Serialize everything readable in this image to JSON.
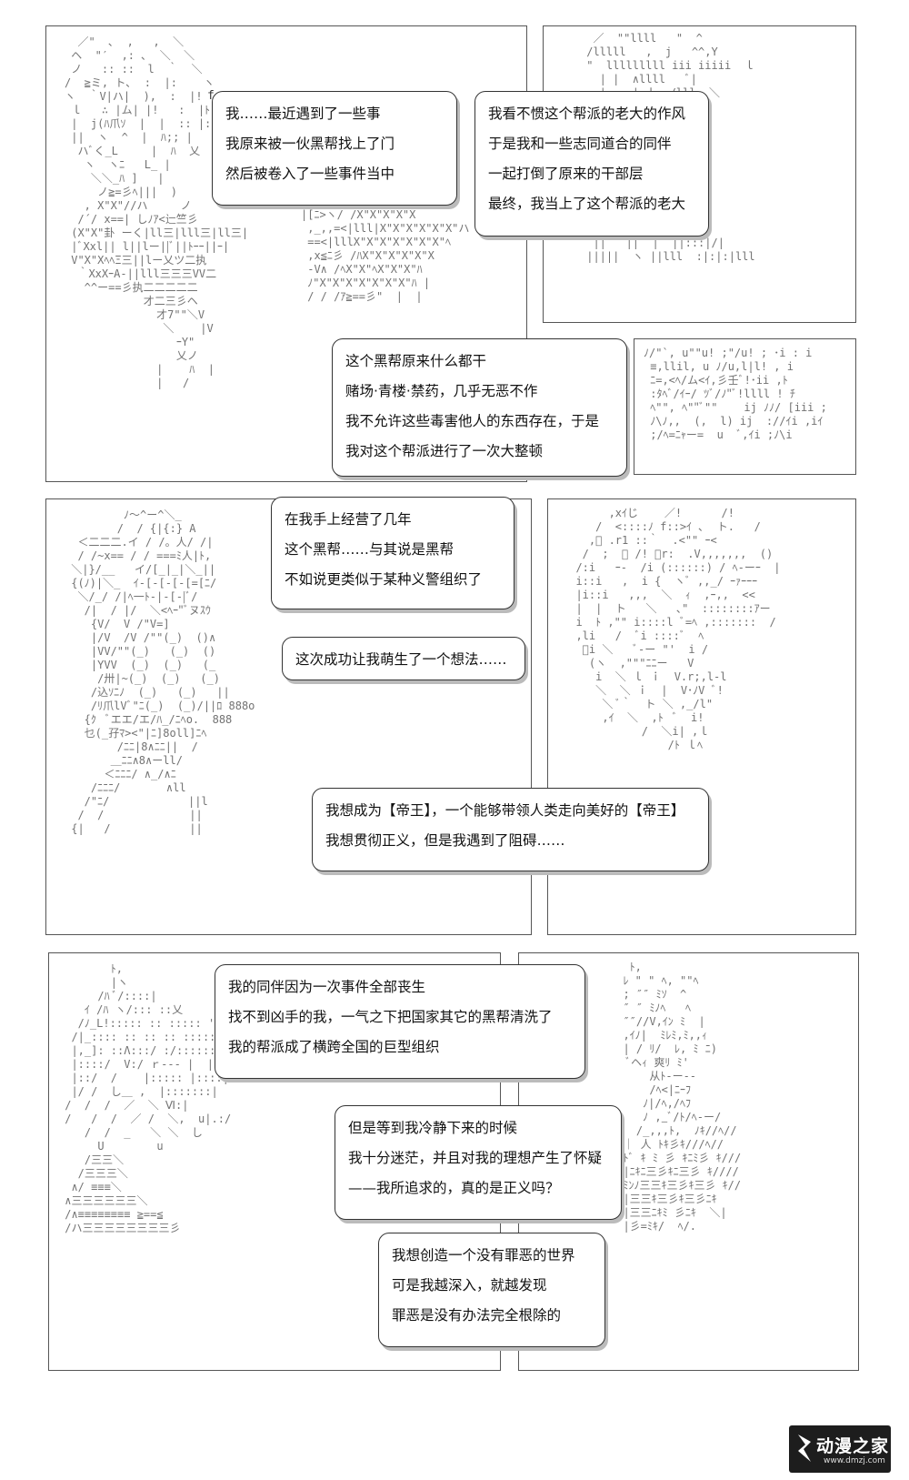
{
  "bubbles": {
    "b1": [
      "我……最近遇到了一些事",
      "我原来被一伙黑帮找上了门",
      "然后被卷入了一些事件当中"
    ],
    "b2": [
      "我看不惯这个帮派的老大的作风",
      "于是我和一些志同道合的同伴",
      "一起打倒了原来的干部层",
      "最终，我当上了这个帮派的老大"
    ],
    "b3": [
      "这个黑帮原来什么都干",
      "赌场·青楼·禁药，几乎无恶不作",
      "我不允许这些毒害他人的东西存在，于是",
      "我对这个帮派进行了一次大整顿"
    ],
    "b4": [
      "在我手上经营了几年",
      "这个黑帮……与其说是黑帮",
      "不如说更类似于某种义警组织了"
    ],
    "b5": [
      "这次成功让我萌生了一个想法……"
    ],
    "b6": [
      "我想成为【帝王】，一个能够带领人类走向美好的【帝王】",
      "我想贯彻正义，但是我遇到了阻碍……"
    ],
    "b7": [
      "我的同伴因为一次事件全部丧生",
      "找不到凶手的我，一气之下把国家其它的黑帮清洗了",
      "我的帮派成了横跨全国的巨型组织"
    ],
    "b8": [
      "但是等到我冷静下来的时候",
      "我十分迷茫，并且对我的理想产生了怀疑",
      "——我所追求的，真的是正义吗？"
    ],
    "b9": [
      "我想创造一个没有罪恶的世界",
      "可是我越深入，就越发现",
      "罪恶是没有办法完全根除的"
    ]
  },
  "logo": {
    "text": "动漫之家",
    "url": "www.dmzj.com"
  }
}
